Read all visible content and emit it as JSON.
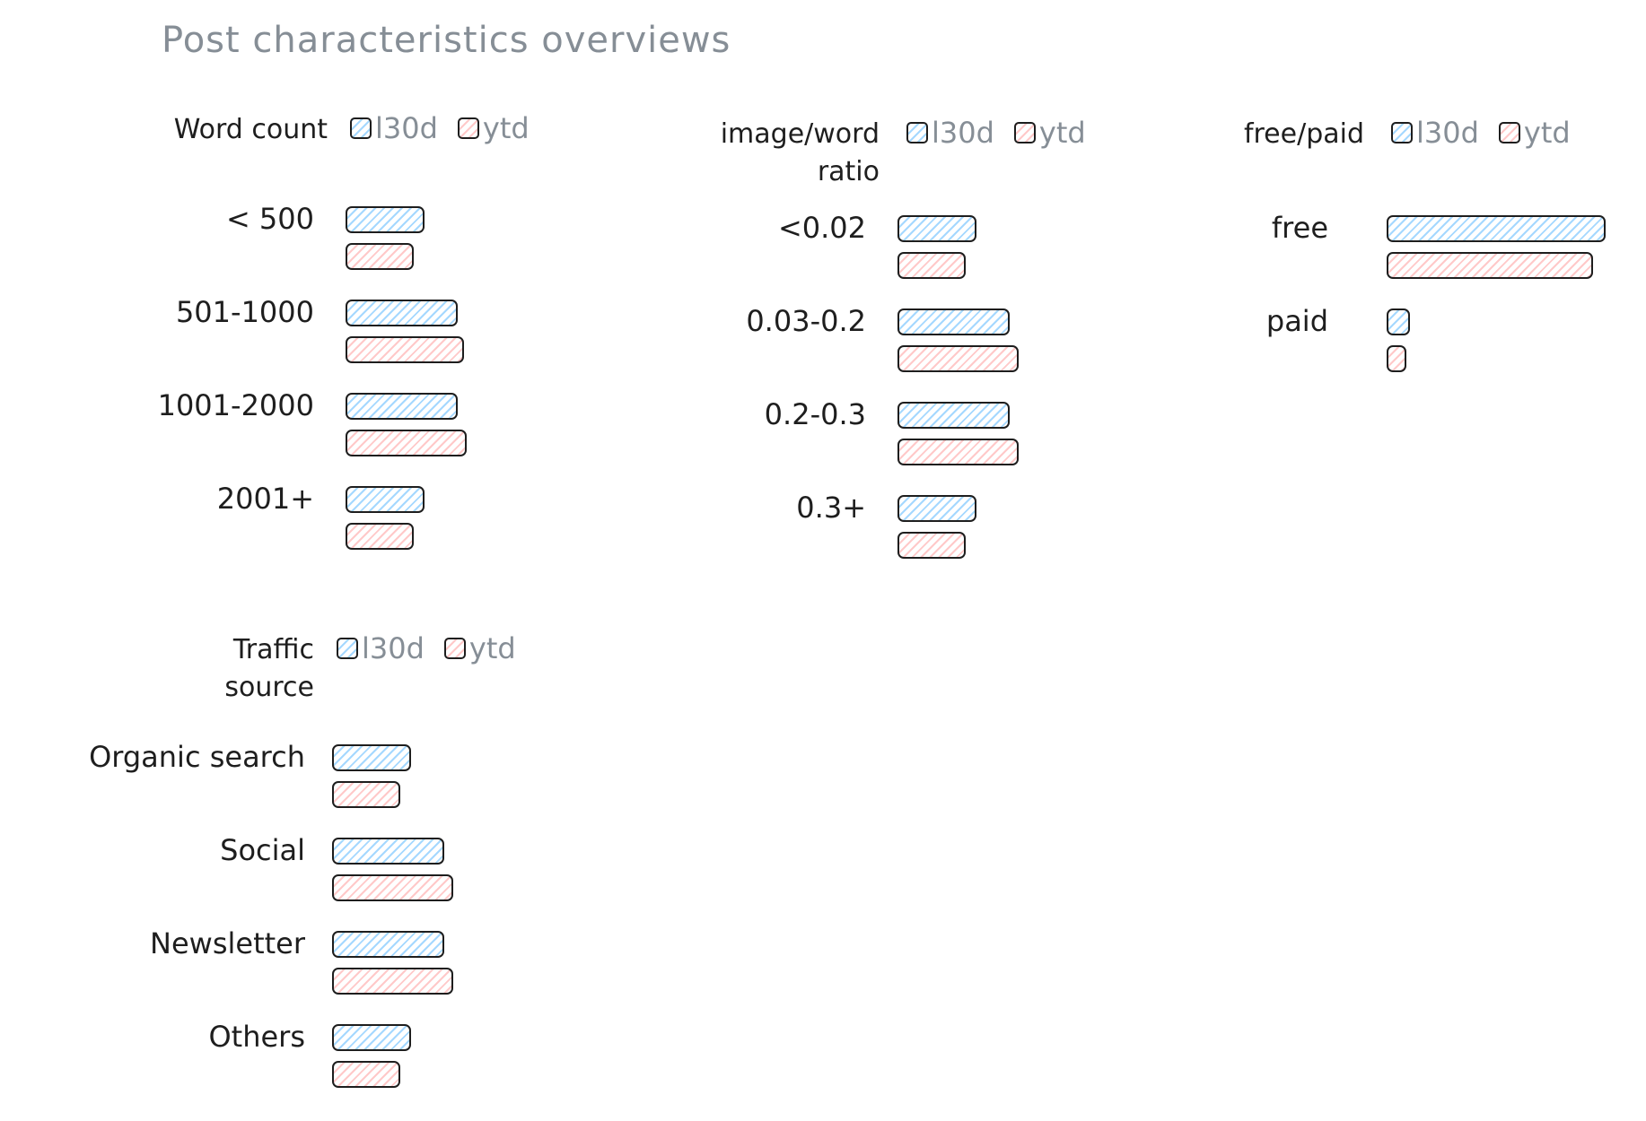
{
  "page_title": "Post characteristics overviews",
  "legend": {
    "series_1": "l30d",
    "series_2": "ytd"
  },
  "colors": {
    "series_1": "#a5d8ff",
    "series_2": "#ffc9c9",
    "stroke": "#1e1e1e",
    "muted_text": "#868e96"
  },
  "chart_data": [
    {
      "type": "bar",
      "title": "Word count",
      "categories": [
        "< 500",
        "501-1000",
        "1001-2000",
        "2001+"
      ],
      "series": [
        {
          "name": "l30d",
          "values": [
            88,
            125,
            125,
            88
          ]
        },
        {
          "name": "ytd",
          "values": [
            76,
            132,
            135,
            76
          ]
        }
      ]
    },
    {
      "type": "bar",
      "title": "image/word\nratio",
      "categories": [
        "<0.02",
        "0.03-0.2",
        "0.2-0.3",
        "0.3+"
      ],
      "series": [
        {
          "name": "l30d",
          "values": [
            88,
            125,
            125,
            88
          ]
        },
        {
          "name": "ytd",
          "values": [
            76,
            135,
            135,
            76
          ]
        }
      ]
    },
    {
      "type": "bar",
      "title": "free/paid",
      "categories": [
        "free",
        "paid"
      ],
      "series": [
        {
          "name": "l30d",
          "values": [
            244,
            26
          ]
        },
        {
          "name": "ytd",
          "values": [
            230,
            22
          ]
        }
      ]
    },
    {
      "type": "bar",
      "title": "Traffic\nsource",
      "categories": [
        "Organic search",
        "Social",
        "Newsletter",
        "Others"
      ],
      "series": [
        {
          "name": "l30d",
          "values": [
            88,
            125,
            125,
            88
          ]
        },
        {
          "name": "ytd",
          "values": [
            76,
            135,
            135,
            76
          ]
        }
      ]
    }
  ]
}
